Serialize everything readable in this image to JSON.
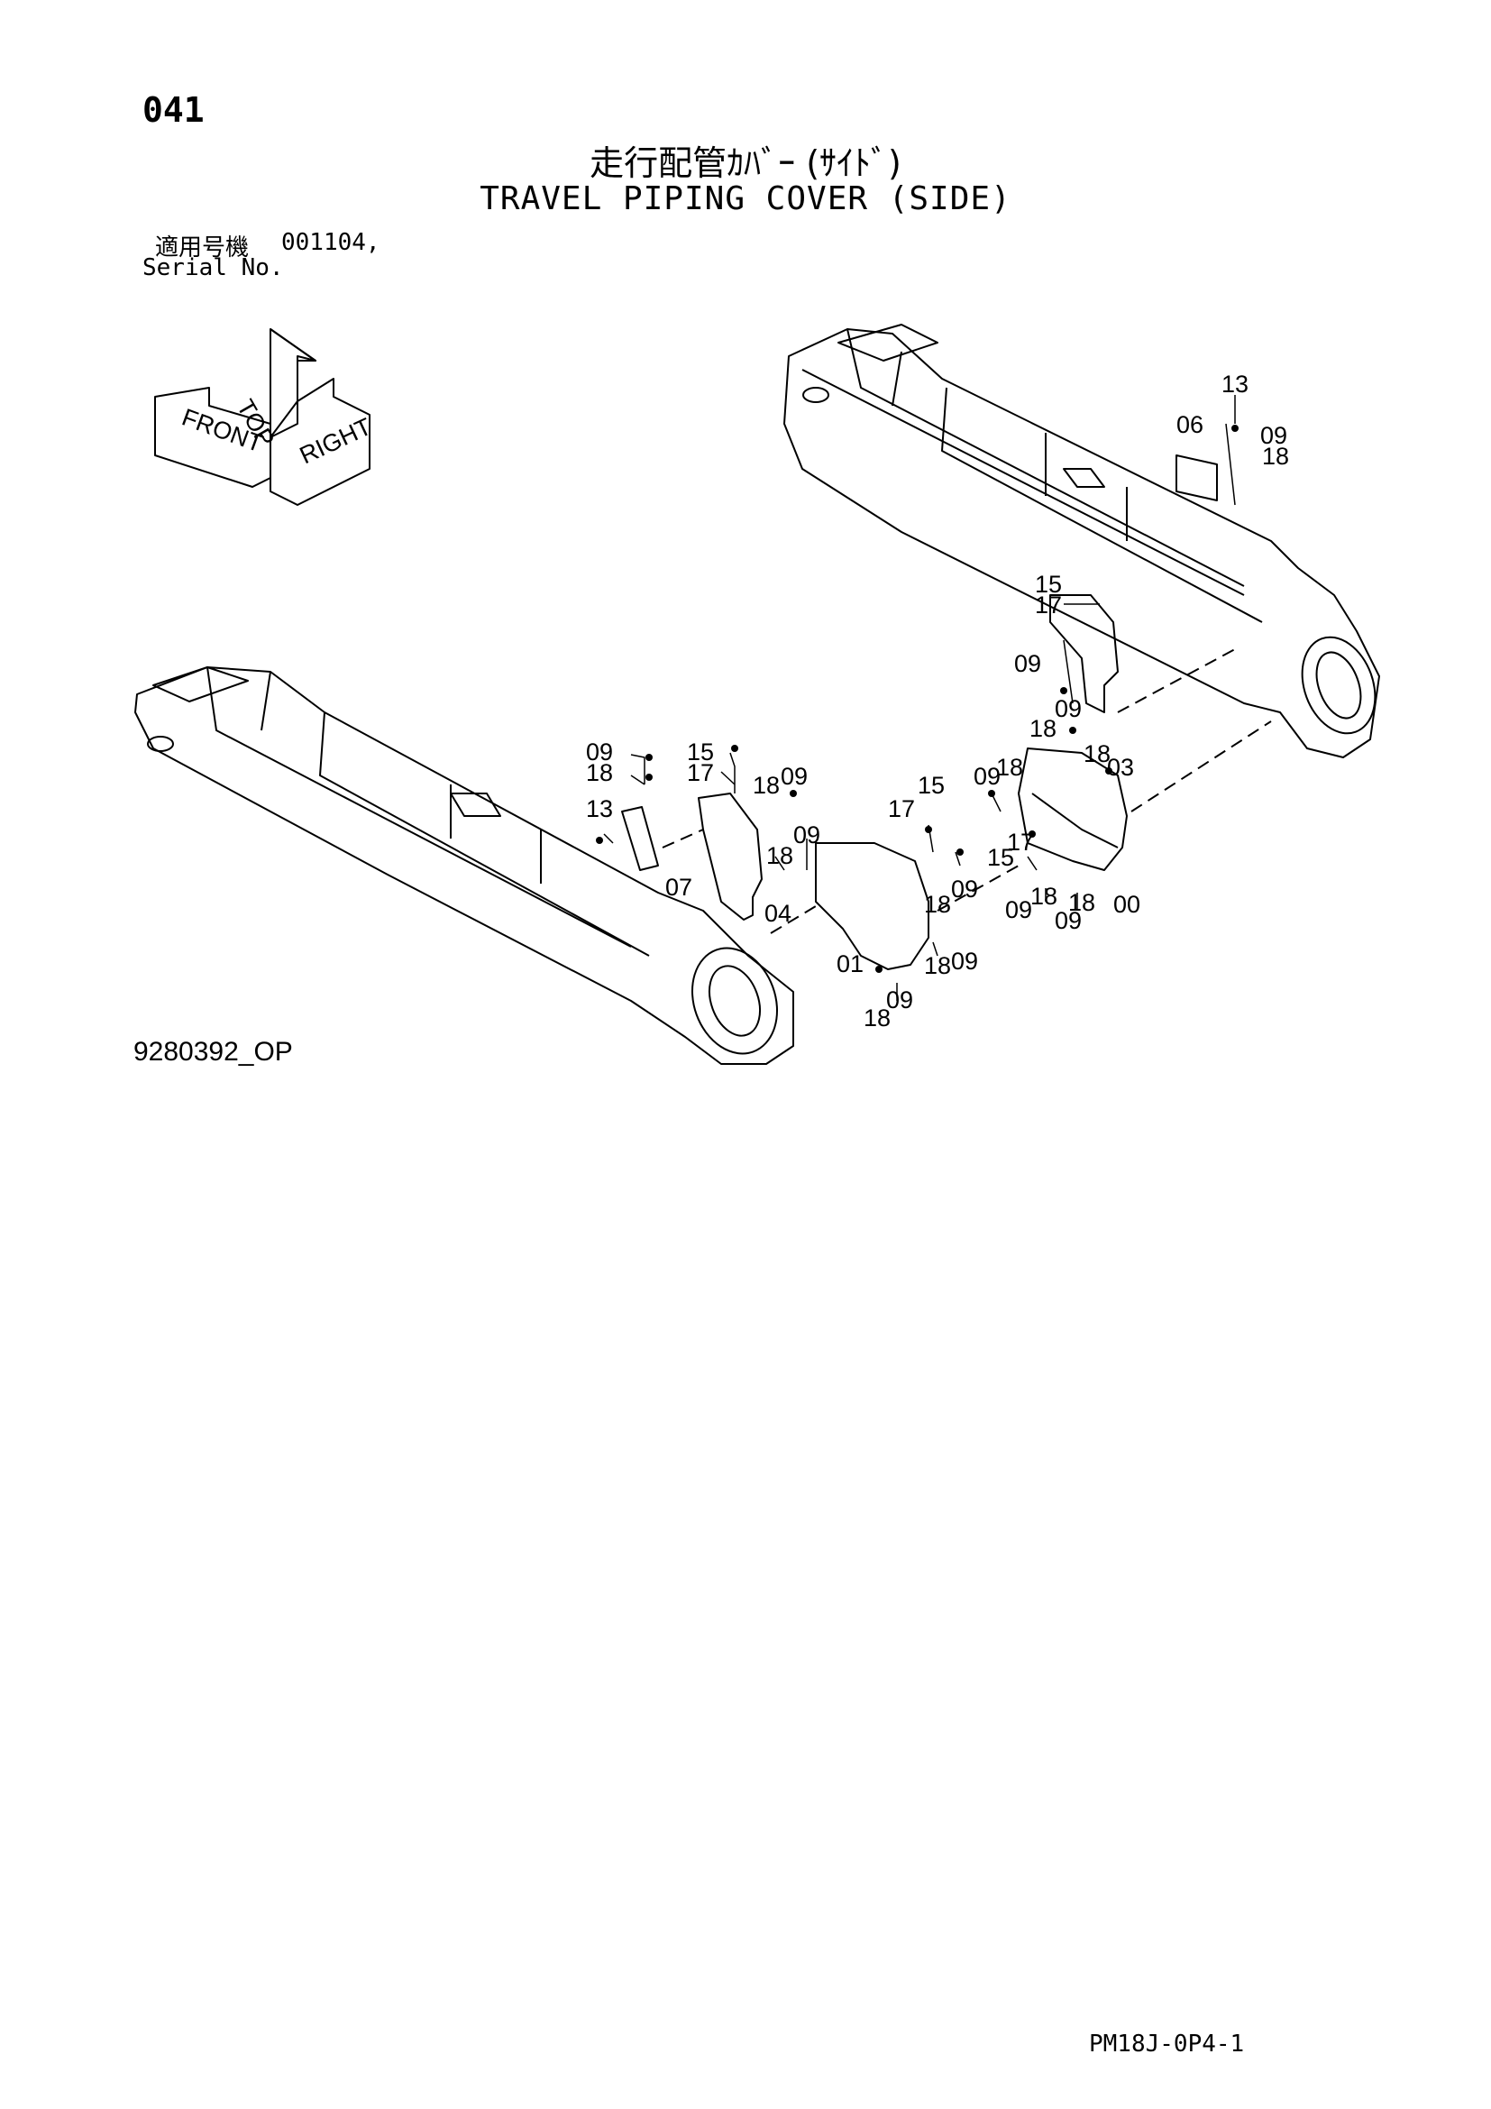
{
  "header": {
    "page_number": "041",
    "title_jp": "走行配管ｶﾊﾞｰ (ｻｲﾄﾞ)",
    "title_en": "TRAVEL PIPING COVER (SIDE)",
    "serial_label_jp": "適用号機",
    "serial_value": "001104,",
    "serial_label_en": "Serial No."
  },
  "orientation": {
    "top": "TOP",
    "front": "FRONT",
    "right": "RIGHT"
  },
  "callouts": [
    "13",
    "06",
    "09",
    "18",
    "15",
    "17",
    "09",
    "09",
    "18",
    "18",
    "03",
    "09",
    "18",
    "13",
    "15",
    "17",
    "18",
    "09",
    "09",
    "18",
    "07",
    "04",
    "17",
    "15",
    "09",
    "18",
    "01",
    "18",
    "09",
    "18",
    "09",
    "09",
    "18",
    "15",
    "17",
    "09",
    "18",
    "18",
    "09",
    "00"
  ],
  "footer": {
    "figure_code": "9280392_OP",
    "doc_code": "PM18J-0P4-1"
  }
}
